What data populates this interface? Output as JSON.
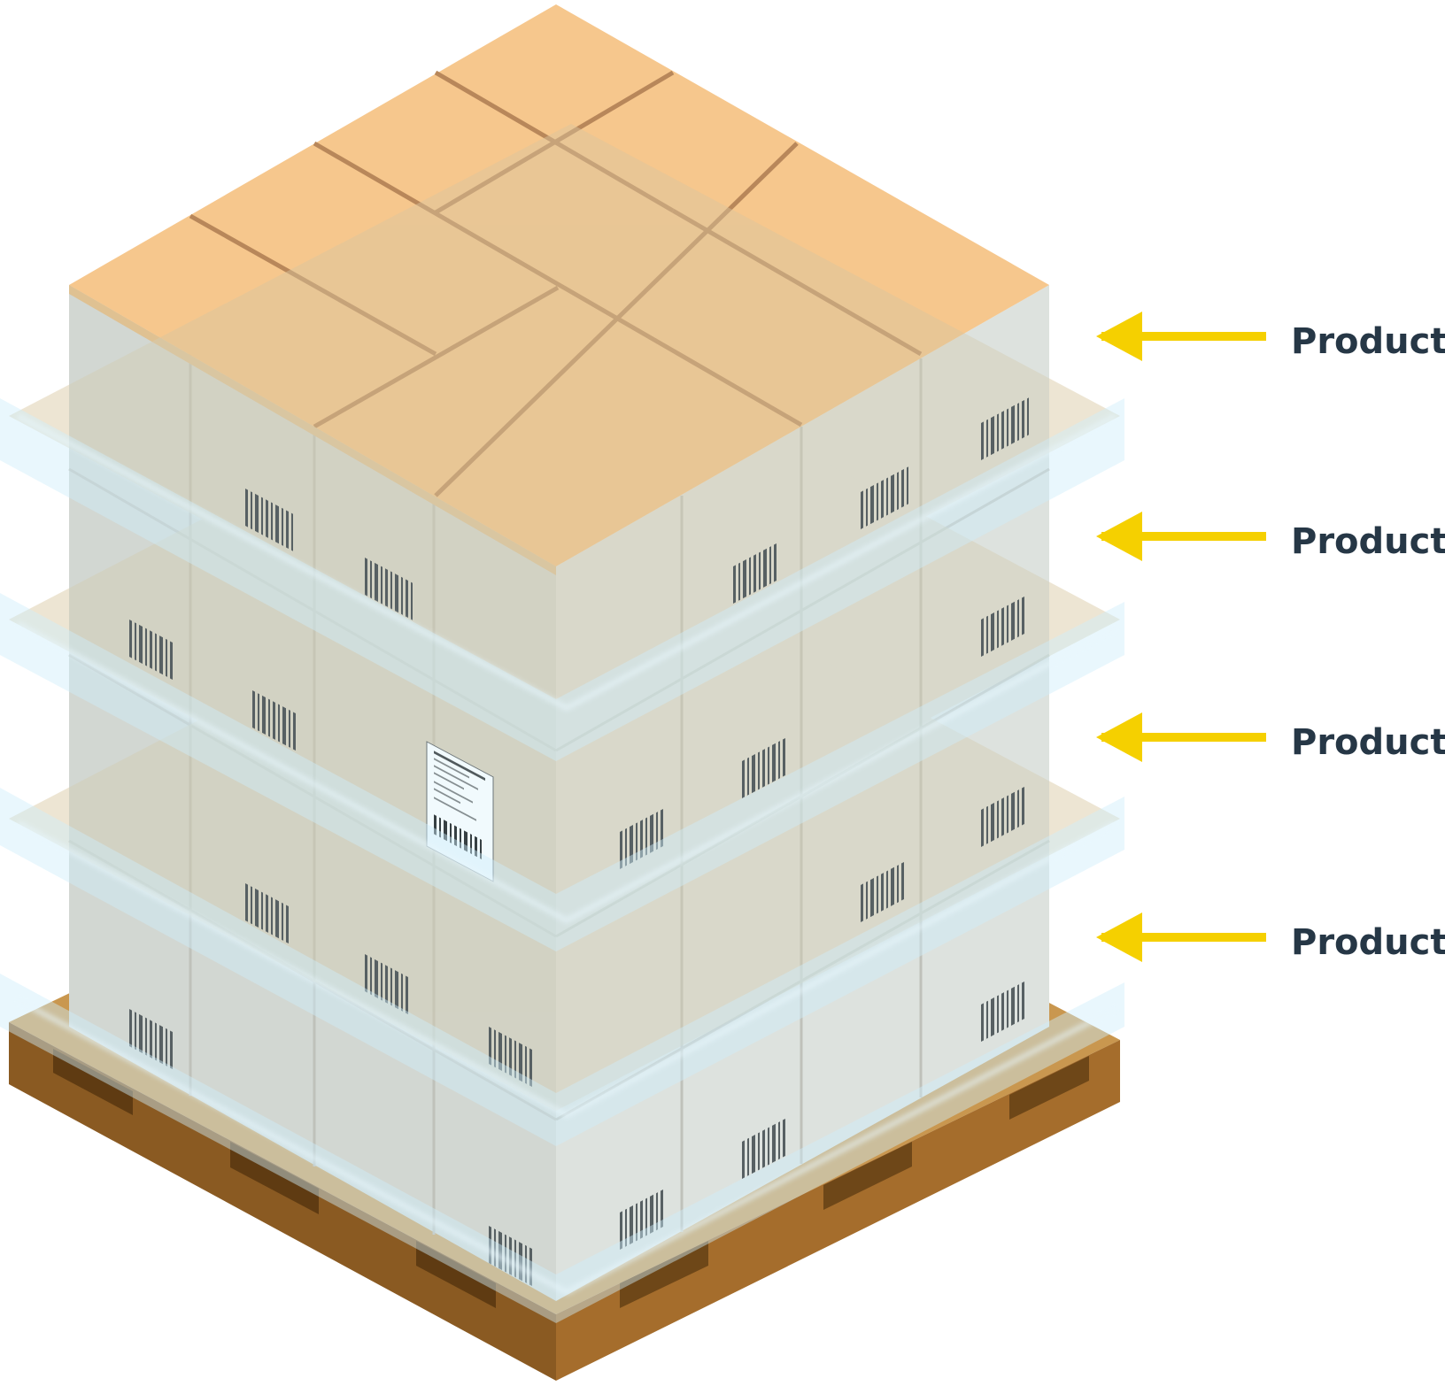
{
  "colors": {
    "label_text": "#263746",
    "arrow": "#f5d000",
    "box_top": "#f6c78d",
    "box_seam": "#b8875a",
    "box_side_left": "#d8d2c8",
    "box_side_right": "#e4dfd6",
    "tier_sheet": "#d9c6a0",
    "pallet_top": "#c9974f",
    "pallet_side": "#8a5a22",
    "wrap_film": "#bfe6f7"
  },
  "icons": [
    "arrow-left-icon",
    "barcode-icon",
    "shipping-label-icon"
  ],
  "labels": [
    {
      "text": "Product"
    },
    {
      "text": "Product"
    },
    {
      "text": "Product"
    },
    {
      "text": "Product"
    }
  ]
}
